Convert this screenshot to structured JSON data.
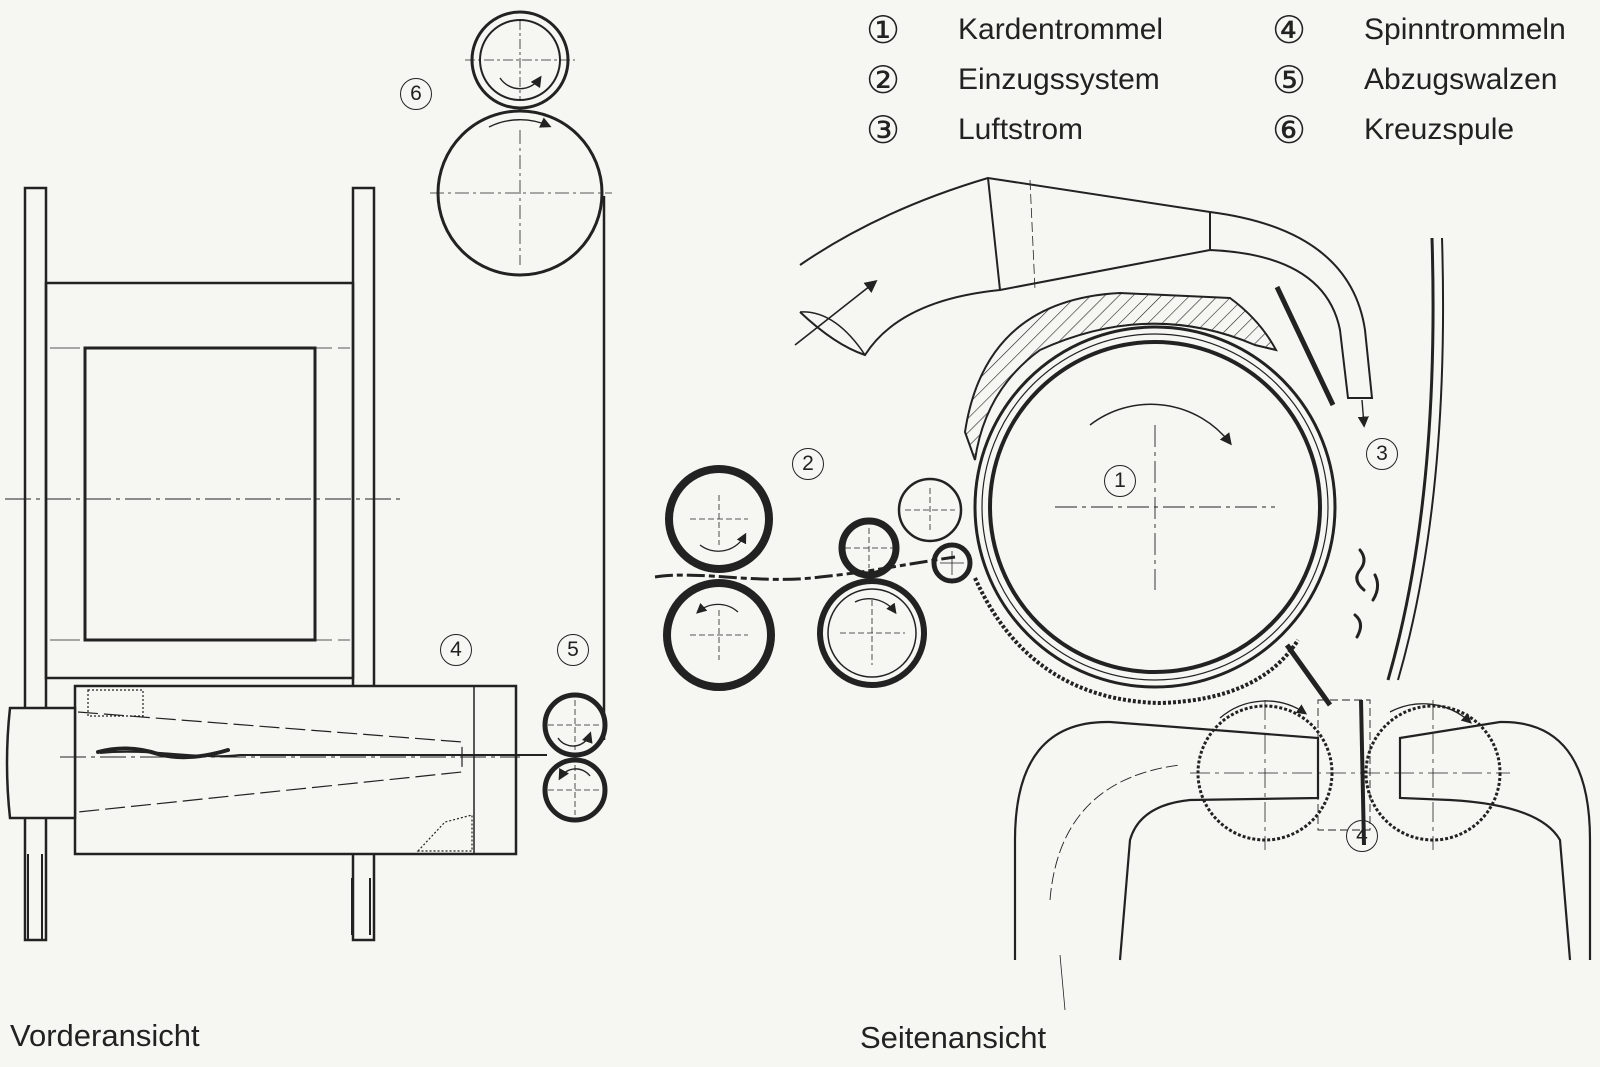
{
  "legend": [
    {
      "num": "①",
      "label": "Kardentrommel"
    },
    {
      "num": "②",
      "label": "Einzugssystem"
    },
    {
      "num": "③",
      "label": "Luftstrom"
    },
    {
      "num": "④",
      "label": "Spinntrommeln"
    },
    {
      "num": "⑤",
      "label": "Abzugswalzen"
    },
    {
      "num": "⑥",
      "label": "Kreuzspule"
    }
  ],
  "views": {
    "front": "Vorderansicht",
    "side": "Seitenansicht"
  },
  "callouts": {
    "front_coil": "6",
    "front_drums": "4",
    "front_rollers": "5",
    "side_intake": "2",
    "side_drum": "1",
    "side_air": "3",
    "side_spin": "4"
  },
  "colors": {
    "ink": "#222222",
    "paper": "#f6f6f2"
  }
}
